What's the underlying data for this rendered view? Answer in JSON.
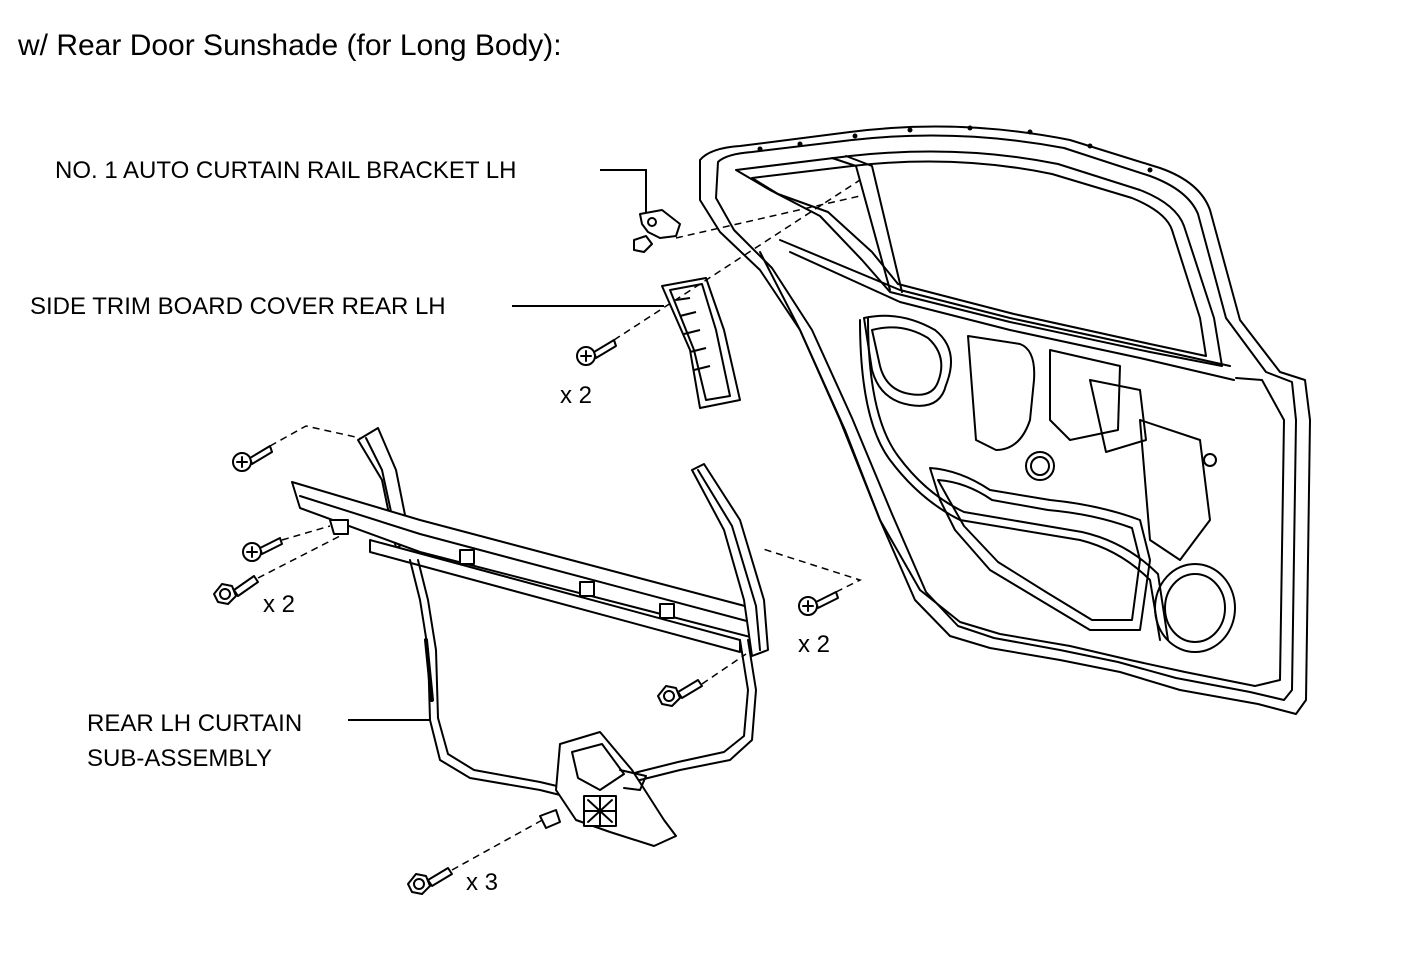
{
  "title": "w/ Rear Door Sunshade (for Long Body):",
  "labels": {
    "bracket": "NO. 1 AUTO CURTAIN RAIL BRACKET LH",
    "trim_cover": "SIDE TRIM BOARD COVER REAR LH",
    "curtain_line1": "REAR LH CURTAIN",
    "curtain_line2": "SUB-ASSEMBLY"
  },
  "quantities": {
    "trim_screws": "x 2",
    "left_bolts": "x 2",
    "right_screws": "x 2",
    "bottom_bolts": "x 3"
  },
  "parts": {
    "door_panel": "rear-door-inner-panel",
    "curtain": "rear-curtain-sub-assembly",
    "trim_cover": "side-trim-board-cover",
    "bracket": "auto-curtain-rail-bracket",
    "fasteners": [
      "screw",
      "bolt"
    ]
  }
}
